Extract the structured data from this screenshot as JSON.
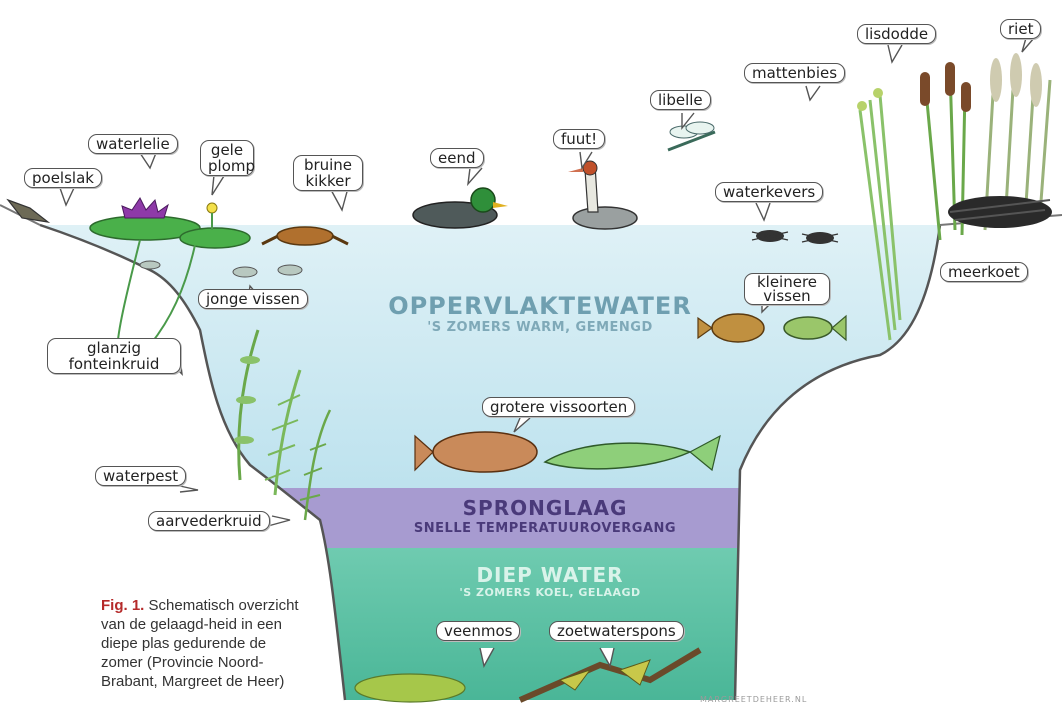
{
  "zones": {
    "surface": {
      "title": "OPPERVLAKTEWATER",
      "subtitle": "'S ZOMERS WARM, GEMENGD"
    },
    "thermocline": {
      "title": "SPRONGLAAG",
      "subtitle": "SNELLE TEMPERATUUROVERGANG"
    },
    "deep": {
      "title": "DIEP WATER",
      "subtitle": "'S ZOMERS KOEL, GELAAGD"
    }
  },
  "labels": {
    "poelslak": "poelslak",
    "waterlelie": "waterlelie",
    "gele_plomp": "gele plomp",
    "bruine_kikker": "bruine kikker",
    "eend": "eend",
    "fuut": "fuut!",
    "libelle": "libelle",
    "mattenbies": "mattenbies",
    "lisdodde": "lisdodde",
    "riet": "riet",
    "waterkevers": "waterkevers",
    "meerkoet": "meerkoet",
    "jonge_vissen": "jonge vissen",
    "kleinere_vissen": "kleinere vissen",
    "glanzig_fonteinkruid": "glanzig fonteinkruid",
    "grotere_vissoorten": "grotere vissoorten",
    "waterpest": "waterpest",
    "aarvederkruid": "aarvederkruid",
    "veenmos": "veenmos",
    "zoetwaterspons": "zoetwaterspons"
  },
  "caption": {
    "figure_label": "Fig. 1.",
    "text": "Schematisch overzicht van de gelaagd-heid in een diepe plas gedurende de zomer (Provincie Noord-Brabant, Margreet de Heer)"
  },
  "credit": "MARGREETDEHEER.NL",
  "colors": {
    "surface_water": "#cfe9f1",
    "thermocline": "#a79bd0",
    "deep_water": "#5fc3a6",
    "surface_text": "#6f9fb0",
    "thermocline_text": "#5a4a8a",
    "deep_text": "#d9f3ea",
    "caption_label": "#b52a2a"
  }
}
